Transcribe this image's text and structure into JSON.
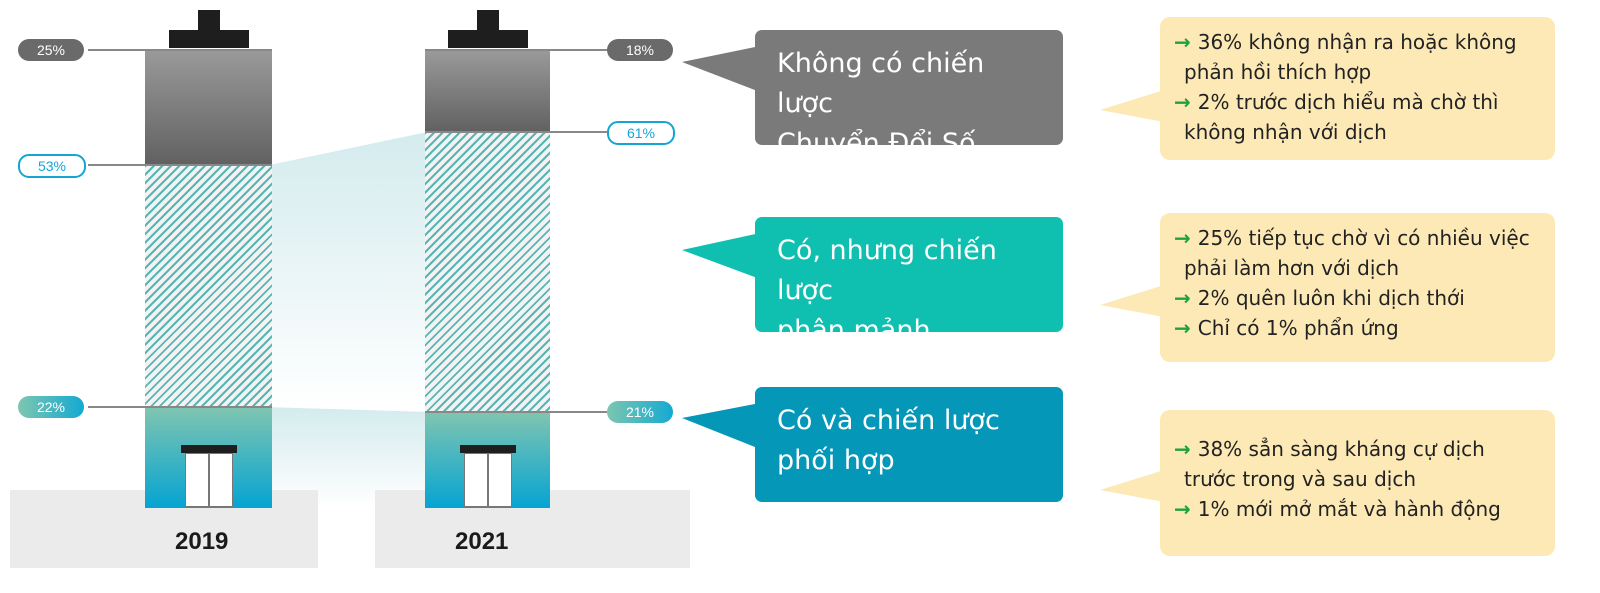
{
  "chart_data": {
    "type": "bar",
    "stacked": true,
    "categories": [
      "2019",
      "2021"
    ],
    "series": [
      {
        "name": "Không có chiến lược Chuyển Đổi Số",
        "values": [
          25,
          18
        ],
        "color": "#7a7a7a"
      },
      {
        "name": "Có, nhưng chiến lược phân mảnh",
        "values": [
          53,
          61
        ],
        "color": "#5ab4b4"
      },
      {
        "name": "Có và chiến lược phối hợp",
        "values": [
          22,
          21
        ],
        "color": "#05a4d2"
      }
    ],
    "labels": {
      "2019": [
        "25%",
        "53%",
        "22%"
      ],
      "2021": [
        "18%",
        "61%",
        "21%"
      ]
    },
    "ylim": [
      0,
      100
    ]
  },
  "callouts": [
    {
      "line1": "Không có chiến lược",
      "line2": "Chuyển Đổi Số",
      "color": "#7a7a7a"
    },
    {
      "line1": "Có, nhưng chiến lược",
      "line2": "phân mảnh",
      "color": "#0fbfaf"
    },
    {
      "line1": "Có và chiến lược",
      "line2": "phối hợp",
      "color": "#0497b8"
    }
  ],
  "arrow_glyph": "→",
  "notes": [
    [
      {
        "text": "36% không nhận ra hoặc không",
        "arrow": true
      },
      {
        "text": "phản hồi thích hợp",
        "arrow": false
      },
      {
        "text": "2% trước dịch hiểu mà chờ thì",
        "arrow": true
      },
      {
        "text": "không nhận với dịch",
        "arrow": false
      }
    ],
    [
      {
        "text": "25% tiếp tục chờ vì có nhiều việc",
        "arrow": true
      },
      {
        "text": "phải làm hơn với dịch",
        "arrow": false
      },
      {
        "text": "2% quên luôn khi dịch thới",
        "arrow": true
      },
      {
        "text": "Chỉ có 1% phẩn ứng",
        "arrow": true
      }
    ],
    [
      {
        "text": "38% sẳn sàng kháng cự dịch",
        "arrow": true
      },
      {
        "text": "trước trong và sau dịch",
        "arrow": false
      },
      {
        "text": "1% mới mở mắt và hành động",
        "arrow": true
      }
    ]
  ]
}
